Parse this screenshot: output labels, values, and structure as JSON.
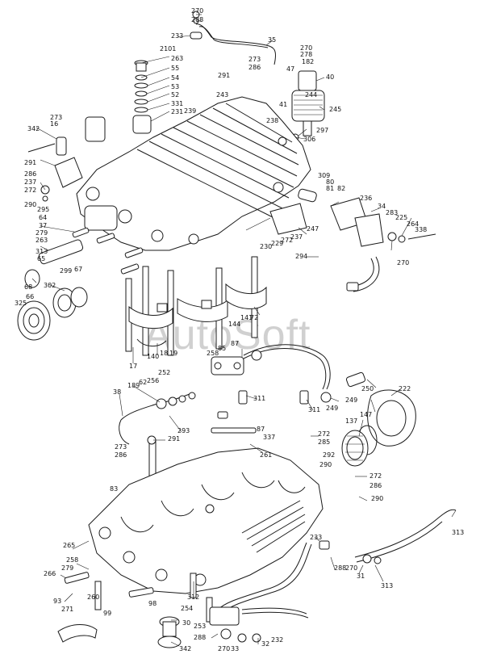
{
  "watermark": "AutoSoft",
  "labels": [
    {
      "id": "l270a",
      "text": "270"
    },
    {
      "id": "l288a",
      "text": "288"
    },
    {
      "id": "l233a",
      "text": "233"
    },
    {
      "id": "l35",
      "text": "35"
    },
    {
      "id": "l2101a",
      "text": "2101"
    },
    {
      "id": "l263",
      "text": "263"
    },
    {
      "id": "l55",
      "text": "55"
    },
    {
      "id": "l54",
      "text": "54"
    },
    {
      "id": "l53",
      "text": "53"
    },
    {
      "id": "l52",
      "text": "52"
    },
    {
      "id": "l331",
      "text": "331"
    },
    {
      "id": "l231a",
      "text": "231"
    },
    {
      "id": "l273a",
      "text": "273"
    },
    {
      "id": "l286a",
      "text": "286"
    },
    {
      "id": "l291a",
      "text": "291"
    },
    {
      "id": "l243",
      "text": "243"
    },
    {
      "id": "l239",
      "text": "239"
    },
    {
      "id": "l238",
      "text": "238"
    },
    {
      "id": "l47",
      "text": "47"
    },
    {
      "id": "l41",
      "text": "41"
    },
    {
      "id": "l270b",
      "text": "270"
    },
    {
      "id": "l278",
      "text": "278"
    },
    {
      "id": "l182",
      "text": "182"
    },
    {
      "id": "l40",
      "text": "40"
    },
    {
      "id": "l244",
      "text": "244"
    },
    {
      "id": "l245",
      "text": "245"
    },
    {
      "id": "l297",
      "text": "297"
    },
    {
      "id": "l306",
      "text": "306"
    },
    {
      "id": "l342a",
      "text": "342"
    },
    {
      "id": "l16",
      "text": "16"
    },
    {
      "id": "l273b",
      "text": "273"
    },
    {
      "id": "l291b",
      "text": "291"
    },
    {
      "id": "l286b",
      "text": "286"
    },
    {
      "id": "l237a",
      "text": "237"
    },
    {
      "id": "l272a",
      "text": "272"
    },
    {
      "id": "l290a",
      "text": "290"
    },
    {
      "id": "l295",
      "text": "295"
    },
    {
      "id": "l64",
      "text": "64"
    },
    {
      "id": "l37",
      "text": "37"
    },
    {
      "id": "l279a",
      "text": "279"
    },
    {
      "id": "l263b",
      "text": "263"
    },
    {
      "id": "l313a",
      "text": "313"
    },
    {
      "id": "l65",
      "text": "65"
    },
    {
      "id": "l67",
      "text": "67"
    },
    {
      "id": "l68",
      "text": "68"
    },
    {
      "id": "l302",
      "text": "302"
    },
    {
      "id": "l299",
      "text": "299"
    },
    {
      "id": "l325",
      "text": "325"
    },
    {
      "id": "l66",
      "text": "66"
    },
    {
      "id": "l309",
      "text": "309"
    },
    {
      "id": "l80",
      "text": "80"
    },
    {
      "id": "l81",
      "text": "81"
    },
    {
      "id": "l82",
      "text": "82"
    },
    {
      "id": "l236",
      "text": "236"
    },
    {
      "id": "l34",
      "text": "34"
    },
    {
      "id": "l283a",
      "text": "283"
    },
    {
      "id": "l264",
      "text": "264"
    },
    {
      "id": "l338",
      "text": "338"
    },
    {
      "id": "l225",
      "text": "225"
    },
    {
      "id": "l270c",
      "text": "270"
    },
    {
      "id": "l247",
      "text": "247"
    },
    {
      "id": "l237b",
      "text": "237"
    },
    {
      "id": "l230",
      "text": "230"
    },
    {
      "id": "l229",
      "text": "229"
    },
    {
      "id": "l272b",
      "text": "272"
    },
    {
      "id": "l294",
      "text": "294"
    },
    {
      "id": "l72",
      "text": "72"
    },
    {
      "id": "l141",
      "text": "141"
    },
    {
      "id": "l144",
      "text": "144"
    },
    {
      "id": "l17",
      "text": "17"
    },
    {
      "id": "l140",
      "text": "140"
    },
    {
      "id": "l18",
      "text": "18"
    },
    {
      "id": "l19",
      "text": "19"
    },
    {
      "id": "l258",
      "text": "258"
    },
    {
      "id": "l85",
      "text": "85"
    },
    {
      "id": "l87a",
      "text": "87"
    },
    {
      "id": "l311a",
      "text": "311"
    },
    {
      "id": "l311b",
      "text": "311"
    },
    {
      "id": "l249a",
      "text": "249"
    },
    {
      "id": "l249b",
      "text": "249"
    },
    {
      "id": "l250",
      "text": "250"
    },
    {
      "id": "l222",
      "text": "222"
    },
    {
      "id": "l38",
      "text": "38"
    },
    {
      "id": "l189",
      "text": "189"
    },
    {
      "id": "l252",
      "text": "252"
    },
    {
      "id": "l256",
      "text": "256"
    },
    {
      "id": "l62",
      "text": "62"
    },
    {
      "id": "l293",
      "text": "293"
    },
    {
      "id": "l291c",
      "text": "291"
    },
    {
      "id": "l273c",
      "text": "273"
    },
    {
      "id": "l286c",
      "text": "286"
    },
    {
      "id": "l87b",
      "text": "87"
    },
    {
      "id": "l337",
      "text": "337"
    },
    {
      "id": "l261",
      "text": "261"
    },
    {
      "id": "l272c",
      "text": "272"
    },
    {
      "id": "l285",
      "text": "285"
    },
    {
      "id": "l147",
      "text": "147"
    },
    {
      "id": "l137",
      "text": "137"
    },
    {
      "id": "l292",
      "text": "292"
    },
    {
      "id": "l290b",
      "text": "290"
    },
    {
      "id": "l272d",
      "text": "272"
    },
    {
      "id": "l286d",
      "text": "286"
    },
    {
      "id": "l290c",
      "text": "290"
    },
    {
      "id": "l83",
      "text": "83"
    },
    {
      "id": "l313b",
      "text": "313"
    },
    {
      "id": "l233b",
      "text": "233"
    },
    {
      "id": "l288b",
      "text": "288"
    },
    {
      "id": "l270d",
      "text": "270"
    },
    {
      "id": "l31",
      "text": "31"
    },
    {
      "id": "l313c",
      "text": "313"
    },
    {
      "id": "l265",
      "text": "265"
    },
    {
      "id": "l258b",
      "text": "258"
    },
    {
      "id": "l279b",
      "text": "279"
    },
    {
      "id": "l266",
      "text": "266"
    },
    {
      "id": "l93",
      "text": "93"
    },
    {
      "id": "l271",
      "text": "271"
    },
    {
      "id": "l260",
      "text": "260"
    },
    {
      "id": "l99",
      "text": "99"
    },
    {
      "id": "l98",
      "text": "98"
    },
    {
      "id": "l312",
      "text": "312"
    },
    {
      "id": "l254",
      "text": "254"
    },
    {
      "id": "l30",
      "text": "30"
    },
    {
      "id": "l342b",
      "text": "342"
    },
    {
      "id": "l253",
      "text": "253"
    },
    {
      "id": "l288c",
      "text": "288"
    },
    {
      "id": "l270e",
      "text": "270"
    },
    {
      "id": "l33",
      "text": "33"
    },
    {
      "id": "l32",
      "text": "32"
    },
    {
      "id": "l232",
      "text": "232"
    }
  ]
}
